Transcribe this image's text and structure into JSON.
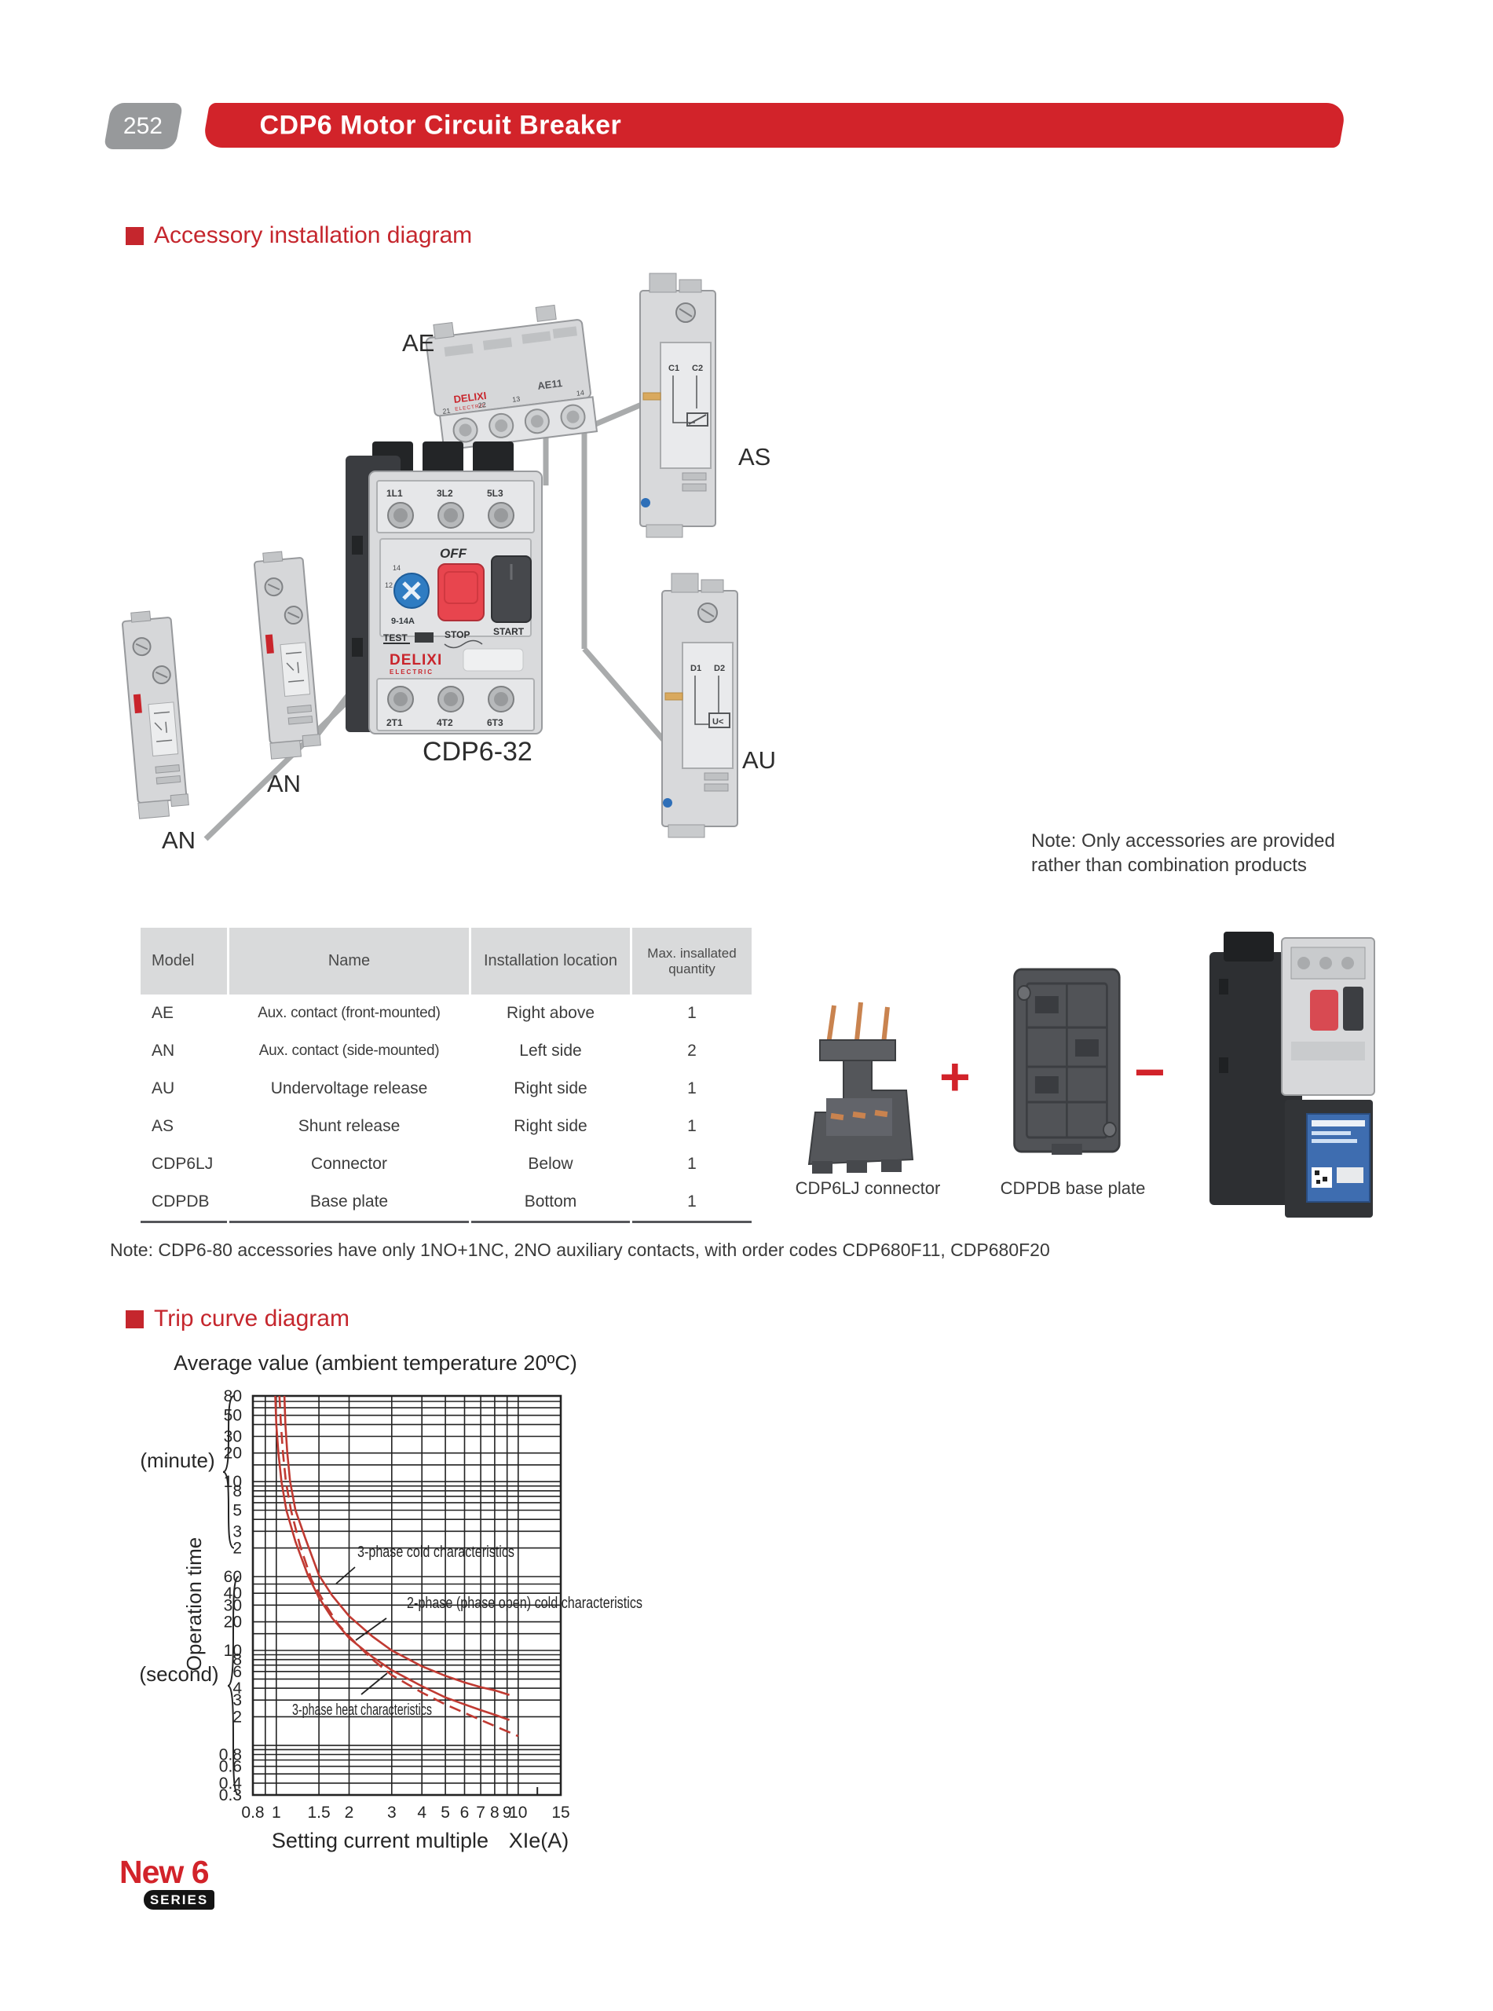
{
  "page": {
    "number": "252",
    "title": "CDP6 Motor Circuit Breaker"
  },
  "sections": {
    "accessory": "Accessory installation diagram",
    "trip": "Trip curve diagram"
  },
  "diagram": {
    "label_ae": "AE",
    "label_as": "AS",
    "label_au": "AU",
    "label_an_1": "AN",
    "label_an_2": "AN",
    "label_model": "CDP6-32",
    "note": "Note: Only accessories are provided rather than combination products",
    "breaker": {
      "t1": "1L1",
      "t2": "3L2",
      "t3": "5L3",
      "b1": "2T1",
      "b2": "4T2",
      "b3": "6T3",
      "off": "OFF",
      "stop": "STOP",
      "start": "START",
      "test": "TEST",
      "range": "9-14A",
      "brand": "DELIXI",
      "brand_sub": "ELECTRIC",
      "model": "CDP6-32",
      "dial_min": "12",
      "dial_max": "14"
    },
    "ae": {
      "brand": "DELIXI",
      "brand_sub": "ELECTRIC",
      "code": "AE11",
      "terms": [
        "21",
        "22",
        "13",
        "14"
      ]
    },
    "as": {
      "t1": "C1",
      "t2": "C2"
    },
    "au": {
      "t1": "D1",
      "t2": "D2",
      "sym": "U<"
    }
  },
  "table": {
    "headers": [
      "Model",
      "Name",
      "Installation location",
      "Max. insallated quantity"
    ],
    "rows": [
      [
        "AE",
        "Aux. contact (front-mounted)",
        "Right above",
        "1"
      ],
      [
        "AN",
        "Aux. contact (side-mounted)",
        "Left side",
        "2"
      ],
      [
        "AU",
        "Undervoltage release",
        "Right side",
        "1"
      ],
      [
        "AS",
        "Shunt release",
        "Right side",
        "1"
      ],
      [
        "CDP6LJ",
        "Connector",
        "Below",
        "1"
      ],
      [
        "CDPDB",
        "Base plate",
        "Bottom",
        "1"
      ]
    ]
  },
  "combo": {
    "plus": "+",
    "minus": "−",
    "connector_label": "CDP6LJ connector",
    "plate_label": "CDPDB base plate"
  },
  "notes": {
    "accessory_note": "Note: CDP6-80 accessories have only 1NO+1NC, 2NO auxiliary contacts, with order codes CDP680F11, CDP680F20"
  },
  "footer": {
    "line1": "New 6",
    "line2": "SERIES"
  },
  "colors": {
    "brand_red": "#d2232a",
    "heading_red": "#c5262d",
    "curve_red": "#c03a32",
    "grid": "#232323"
  },
  "chart_data": {
    "type": "line",
    "title": "Average value (ambient temperature 20ºC)",
    "xlabel": "Setting current multiple",
    "x_unit": "XIe(A)",
    "ylabel": "Operation time",
    "y_units": [
      "(minute)",
      "(second)"
    ],
    "x_scale": "log",
    "y_scale": "log",
    "grid": true,
    "x_range": [
      0.8,
      15
    ],
    "y_range_seconds": [
      0.3,
      4800
    ],
    "x_ticks": [
      0.8,
      1,
      1.5,
      2,
      3,
      4,
      5,
      6,
      7,
      8,
      9,
      10,
      15
    ],
    "minor_x_tick": 12,
    "x_gridlines": [
      0.8,
      0.9,
      1,
      1.5,
      2,
      3,
      4,
      5,
      6,
      7,
      8,
      9,
      10,
      15
    ],
    "y_gridlines_seconds": [
      0.3,
      0.4,
      0.5,
      0.6,
      0.7,
      0.8,
      0.9,
      1,
      2,
      3,
      4,
      5,
      6,
      7,
      8,
      9,
      10,
      15,
      20,
      30,
      40,
      50,
      60,
      120,
      180,
      240,
      300,
      360,
      420,
      480,
      540,
      600,
      900,
      1200,
      1800,
      2400,
      3000,
      3600,
      4200,
      4800
    ],
    "y_ticks_minute": [
      {
        "label": "80",
        "s": 4800
      },
      {
        "label": "50",
        "s": 3000
      },
      {
        "label": "30",
        "s": 1800
      },
      {
        "label": "20",
        "s": 1200
      },
      {
        "label": "10",
        "s": 600
      },
      {
        "label": "8",
        "s": 480
      },
      {
        "label": "5",
        "s": 300
      },
      {
        "label": "3",
        "s": 180
      },
      {
        "label": "2",
        "s": 120
      }
    ],
    "y_ticks_second": [
      {
        "label": "60",
        "s": 60
      },
      {
        "label": "40",
        "s": 40
      },
      {
        "label": "30",
        "s": 30
      },
      {
        "label": "20",
        "s": 20
      },
      {
        "label": "10",
        "s": 10
      },
      {
        "label": "8",
        "s": 8
      },
      {
        "label": "6",
        "s": 6
      },
      {
        "label": "4",
        "s": 4
      },
      {
        "label": "3",
        "s": 3
      },
      {
        "label": "2",
        "s": 2
      },
      {
        "label": "0.8",
        "s": 0.8
      },
      {
        "label": "0.6",
        "s": 0.6
      },
      {
        "label": "0.4",
        "s": 0.4
      },
      {
        "label": "0.3",
        "s": 0.3
      }
    ],
    "brace_minute_s": [
      120,
      4800
    ],
    "brace_second_s": [
      0.3,
      60
    ],
    "curve_color": "#c03a32",
    "series": [
      {
        "name": "3-phase cold characteristics",
        "style": "solid",
        "points": [
          [
            1.08,
            4800
          ],
          [
            1.09,
            2400
          ],
          [
            1.11,
            1200
          ],
          [
            1.14,
            600
          ],
          [
            1.2,
            300
          ],
          [
            1.32,
            150
          ],
          [
            1.5,
            62
          ],
          [
            1.7,
            38
          ],
          [
            2,
            23
          ],
          [
            2.5,
            14
          ],
          [
            3,
            10
          ],
          [
            4,
            6.8
          ],
          [
            5,
            5.4
          ],
          [
            6,
            4.6
          ],
          [
            7,
            4.1
          ],
          [
            8,
            3.8
          ],
          [
            9.2,
            3.4
          ]
        ]
      },
      {
        "name": "2-phase (phase open) cold characteristics",
        "style": "solid",
        "points": [
          [
            0.99,
            4800
          ],
          [
            1.0,
            2400
          ],
          [
            1.02,
            1200
          ],
          [
            1.05,
            600
          ],
          [
            1.1,
            300
          ],
          [
            1.2,
            140
          ],
          [
            1.35,
            62
          ],
          [
            1.5,
            36
          ],
          [
            1.7,
            22
          ],
          [
            2,
            13.5
          ],
          [
            2.5,
            8.5
          ],
          [
            3,
            6.2
          ],
          [
            4,
            4.2
          ],
          [
            5,
            3.2
          ],
          [
            6,
            2.7
          ],
          [
            7,
            2.35
          ],
          [
            8,
            2.1
          ],
          [
            9.2,
            1.85
          ]
        ]
      },
      {
        "name": "3-phase heat characteristics",
        "style": "dashed",
        "points": [
          [
            1.03,
            4800
          ],
          [
            1.045,
            2400
          ],
          [
            1.065,
            1200
          ],
          [
            1.095,
            600
          ],
          [
            1.15,
            300
          ],
          [
            1.25,
            130
          ],
          [
            1.4,
            55
          ],
          [
            1.6,
            30
          ],
          [
            1.8,
            19
          ],
          [
            2,
            14
          ],
          [
            2.5,
            8
          ],
          [
            3,
            5.5
          ],
          [
            4,
            3.6
          ],
          [
            5,
            2.7
          ],
          [
            6,
            2.2
          ],
          [
            7,
            1.85
          ],
          [
            8,
            1.6
          ],
          [
            10,
            1.25
          ]
        ]
      }
    ],
    "annotations": [
      {
        "text": "3-phase cold characteristics",
        "x": 455,
        "y": 1982,
        "len": 200,
        "leader": [
          452,
          1995,
          428,
          2016
        ]
      },
      {
        "text": "2-phase (phase open) cold characteristics",
        "x": 518,
        "y": 2047,
        "len": 300,
        "leader": [
          492,
          2060,
          453,
          2088
        ]
      },
      {
        "text": "3-phase heat characteristics",
        "x": 372,
        "y": 2183,
        "len": 178,
        "leader": [
          460,
          2157,
          493,
          2130
        ]
      }
    ]
  }
}
